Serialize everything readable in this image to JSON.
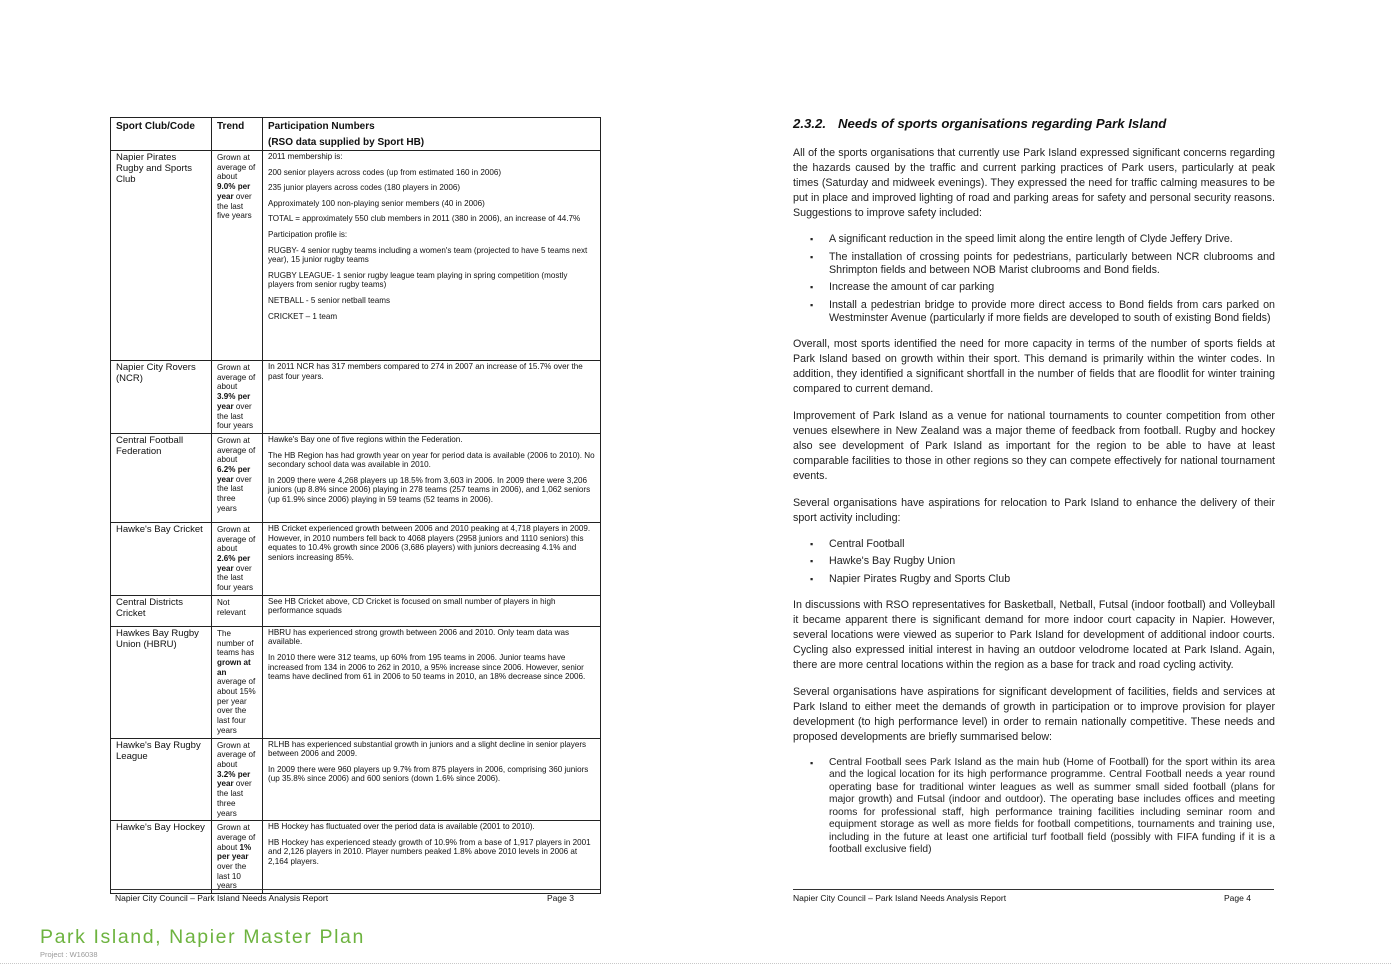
{
  "table": {
    "headers": {
      "club": "Sport Club/Code",
      "trend": "Trend",
      "participation": "Participation Numbers",
      "participation_sub": "(RSO data supplied by Sport HB)"
    },
    "rows": [
      {
        "club": "Napier Pirates Rugby and Sports Club",
        "trend_prefix": "Grown at average of about ",
        "trend_bold": "9.0% per year",
        "trend_suffix": " over the last five years",
        "lines": [
          "2011 membership is:",
          "200 senior players across codes (up from estimated 160 in 2006)",
          "235 junior players across codes (180 players in 2006)",
          "Approximately 100 non-playing senior members (40 in 2006)",
          "TOTAL = approximately 550 club members in 2011 (380 in 2006), an increase of 44.7%",
          "Participation profile is:",
          "RUGBY- 4 senior rugby teams including a women's team (projected to have 5 teams next year), 15 junior rugby teams",
          "RUGBY LEAGUE- 1 senior rugby league team playing in spring competition (mostly players from senior rugby teams)",
          "NETBALL - 5 senior netball teams",
          "CRICKET – 1 team"
        ]
      },
      {
        "club": "Napier City Rovers (NCR)",
        "trend_prefix": "Grown at average of about ",
        "trend_bold": "3.9% per year",
        "trend_suffix": " over the last four years",
        "lines": [
          "In 2011 NCR has 317 members compared to 274 in 2007 an increase of 15.7% over the past four years."
        ]
      },
      {
        "club": "Central Football Federation",
        "trend_prefix": "Grown at average of about ",
        "trend_bold": "6.2% per year",
        "trend_suffix": " over the last three years",
        "lines": [
          "Hawke's Bay one of five regions within the Federation.",
          "The HB Region has had growth year on year for period data is available (2006 to 2010). No secondary school data was available in 2010.",
          "In 2009 there were 4,268 players up 18.5% from 3,603 in 2006. In 2009 there were 3,206 juniors (up 8.8% since 2006) playing in 278 teams (257 teams in 2006), and 1,062 seniors (up 61.9% since 2006) playing in 59 teams (52 teams in 2006)."
        ]
      },
      {
        "club": "Hawke's Bay Cricket",
        "trend_prefix": "Grown at average of about ",
        "trend_bold": "2.6% per year",
        "trend_suffix": " over the last four years",
        "lines": [
          "HB Cricket experienced growth between 2006 and 2010 peaking at 4,718 players in 2009. However, in 2010 numbers fell back to 4068 players (2958 juniors and 1110 seniors) this equates to 10.4% growth since 2006 (3,686 players) with juniors decreasing 4.1% and seniors increasing 85%."
        ]
      },
      {
        "club": "Central Districts Cricket",
        "trend_prefix": "Not relevant",
        "trend_bold": "",
        "trend_suffix": "",
        "lines": [
          "See HB Cricket above, CD Cricket is focused on small number of players in high performance squads"
        ]
      },
      {
        "club": "Hawkes Bay Rugby Union (HBRU)",
        "trend_prefix": "The number of teams has ",
        "trend_bold": "grown at an",
        "trend_suffix": " average of about 15% per year over the last four years",
        "lines": [
          "HBRU has experienced strong growth between 2006 and 2010. Only team data was available.",
          "In 2010 there were 312 teams, up 60% from 195 teams in 2006. Junior teams have increased from 134 in 2006 to 262 in 2010, a 95% increase since 2006. However, senior teams have declined from 61 in 2006 to 50 teams in 2010, an 18% decrease since 2006."
        ]
      },
      {
        "club": "Hawke's Bay Rugby League",
        "trend_prefix": "Grown at average of about ",
        "trend_bold": "3.2% per year",
        "trend_suffix": " over the last three years",
        "lines": [
          "RLHB has experienced substantial growth in juniors and a slight decline in senior players between 2006 and 2009.",
          "In 2009 there were 960 players up 9.7% from 875 players in 2006, comprising 360 juniors (up 35.8% since 2006) and 600 seniors (down 1.6% since 2006)."
        ]
      },
      {
        "club": "Hawke's Bay Hockey",
        "trend_prefix": "Grown at average of about ",
        "trend_bold": "1% per year",
        "trend_suffix": " over the last 10 years",
        "lines": [
          "HB Hockey has fluctuated over the period data is available (2001 to 2010).",
          "HB Hockey has experienced steady growth of 10.9% from a base of 1,917 players in 2001 and 2,126 players in 2010. Player numbers peaked 1.8% above 2010 levels in 2006 at 2,164 players."
        ]
      }
    ]
  },
  "footer_left": {
    "report": "Napier City Council – Park Island Needs Analysis Report",
    "page": "Page 3"
  },
  "footer_right": {
    "report": "Napier City Council – Park Island Needs Analysis Report",
    "page": "Page 4"
  },
  "section": {
    "number": "2.3.2.",
    "title": "Needs of sports organisations regarding Park Island",
    "p1": "All of the sports organisations that currently use Park Island expressed significant concerns regarding the hazards caused by the traffic and current parking practices of Park users, particularly at peak times (Saturday and midweek evenings). They expressed the need for traffic calming measures to be put in place and improved lighting of road and parking areas for safety and personal security reasons. Suggestions to improve safety included:",
    "bullets1": [
      "A significant reduction in the speed limit along the entire length of Clyde Jeffery Drive.",
      "The installation of crossing points for pedestrians, particularly between NCR clubrooms and Shrimpton fields and between NOB Marist clubrooms and Bond fields.",
      "Increase the amount of car parking",
      "Install a pedestrian bridge to provide more direct access to Bond fields from cars parked on Westminster Avenue (particularly if more fields are developed to south of existing Bond fields)"
    ],
    "p2": "Overall, most sports identified the need for more capacity in terms of the number of sports fields at Park Island based on growth within their sport. This demand is primarily within the winter codes. In addition, they identified a significant shortfall in the number of fields that are floodlit for winter training compared to current demand.",
    "p3": "Improvement of Park Island as a venue for national tournaments to counter competition from other venues elsewhere in New Zealand was a major theme of feedback from football. Rugby and hockey also see development of Park Island as important for the region to be able to have at least comparable facilities to those in other regions so they can compete effectively for national tournament events.",
    "p4": "Several organisations have aspirations for relocation to Park Island to enhance the delivery of their sport activity including:",
    "bullets2": [
      "Central Football",
      "Hawke's Bay Rugby Union",
      "Napier Pirates Rugby and Sports Club"
    ],
    "p5": "In discussions with RSO representatives for Basketball, Netball, Futsal (indoor football) and Volleyball it became apparent there is significant demand for more indoor court capacity in Napier. However, several locations were viewed as superior to Park Island for development of additional indoor courts. Cycling also expressed initial interest in having an outdoor velodrome located at Park Island. Again, there are more central locations within the region as a base for track and road cycling activity.",
    "p6": "Several organisations have aspirations for significant development of facilities, fields and services at Park Island to either meet the demands of growth in participation or to improve provision for player development (to high performance level) in order to remain nationally competitive. These needs and proposed developments are briefly summarised below:",
    "bullets3": [
      "Central Football sees Park Island as the main hub (Home of Football) for the sport within its area and the logical location for its high performance programme. Central Football needs a year round operating base for traditional winter leagues as well as summer small sided football (plans for major growth) and Futsal (indoor and outdoor). The operating base includes offices and meeting rooms for professional staff, high performance training facilities including seminar room and equipment storage as well as more fields for football competitions, tournaments and training use, including in the future at least one artificial turf football field (possibly with FIFA funding if it is a football exclusive field)"
    ]
  },
  "brand": {
    "title": "Park Island, Napier Master Plan",
    "project": "Project : W16038"
  }
}
